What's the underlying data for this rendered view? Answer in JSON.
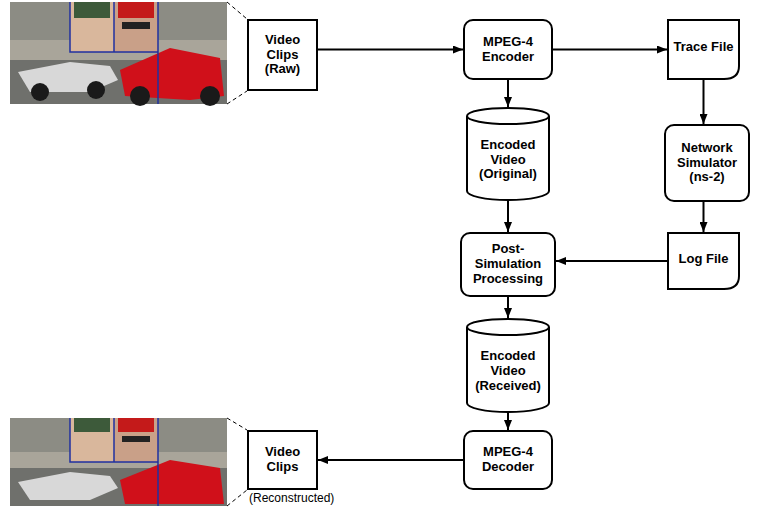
{
  "diagram": {
    "nodes": [
      {
        "text": [
          "Video Clips (Raw)"
        ]
      },
      {
        "text": [
          "MPEG-4 Encoder"
        ]
      },
      {
        "text": [
          "Trace File"
        ]
      },
      {
        "text": [
          "Encoded Video (Original)"
        ]
      },
      {
        "text": [
          "Network Simulator (ns-2)"
        ]
      },
      {
        "text": [
          "Post-Simulation Processing"
        ]
      },
      {
        "text": [
          "Log File"
        ]
      },
      {
        "text": [
          "Encoded Video (Received)"
        ]
      },
      {
        "text": [
          "MPEG-4 Decoder"
        ]
      },
      {
        "text": [
          "Video Clips"
        ]
      }
    ],
    "edges": [
      {
        "from": 0,
        "to": 1,
        "arrow": "to"
      },
      {
        "from": 1,
        "to": 2,
        "arrow": "to"
      },
      {
        "from": 1,
        "to": 3,
        "arrow": "to"
      },
      {
        "from": 2,
        "to": 4,
        "arrow": "to"
      },
      {
        "from": 4,
        "to": 6,
        "arrow": "to"
      },
      {
        "from": 3,
        "to": 5,
        "arrow": "to"
      },
      {
        "from": 6,
        "to": 5,
        "arrow": "to"
      },
      {
        "from": 5,
        "to": 7,
        "arrow": "to"
      },
      {
        "from": 7,
        "to": 8,
        "arrow": "to"
      },
      {
        "from": 8,
        "to": 9,
        "arrow": "to"
      }
    ],
    "labels": [
      "(Reconstructed)"
    ]
  }
}
